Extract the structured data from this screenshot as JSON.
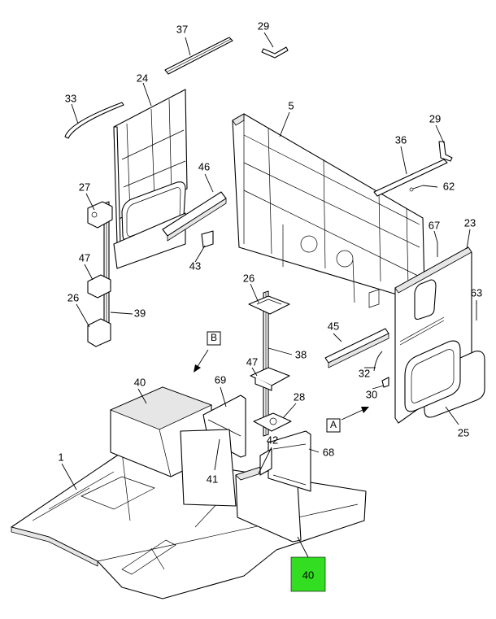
{
  "callouts": {
    "c37": "37",
    "c29a": "29",
    "c24": "24",
    "c33": "33",
    "c5": "5",
    "c29b": "29",
    "c36": "36",
    "c46": "46",
    "c27": "27",
    "c62": "62",
    "c67": "67",
    "c23": "23",
    "c43": "43",
    "c47a": "47",
    "c26a": "26",
    "c39": "39",
    "c26b": "26",
    "c63": "63",
    "c47b": "47",
    "c38": "38",
    "c45": "45",
    "c32": "32",
    "c40a": "40",
    "c69": "69",
    "c28": "28",
    "c30": "30",
    "c1": "1",
    "c42": "42",
    "c68": "68",
    "c41": "41",
    "c25": "25",
    "c40b": "40"
  },
  "view_markers": {
    "viewB": "B",
    "viewA": "A"
  },
  "highlight": {
    "color": "#33dd22",
    "label": "40"
  }
}
